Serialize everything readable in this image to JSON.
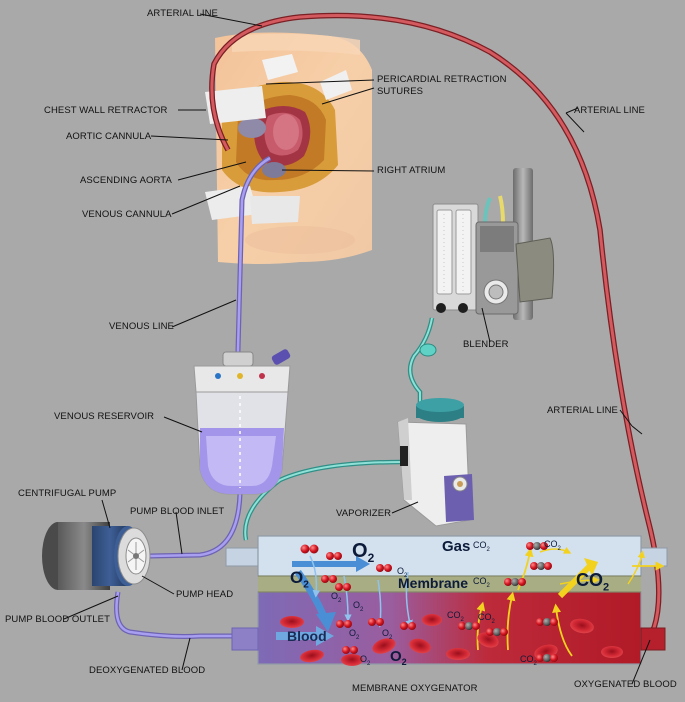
{
  "labels": {
    "arterial_line_top": "ARTERIAL LINE",
    "pericardial_sutures_1": "PERICARDIAL RETRACTION",
    "pericardial_sutures_2": "SUTURES",
    "chest_wall_retractor": "CHEST WALL RETRACTOR",
    "arterial_line_right": "ARTERIAL LINE",
    "aortic_cannula": "AORTIC CANNULA",
    "right_atrium": "RIGHT ATRIUM",
    "ascending_aorta": "ASCENDING AORTA",
    "venous_cannula": "VENOUS CANNULA",
    "venous_line": "VENOUS LINE",
    "blender": "BLENDER",
    "venous_reservoir": "VENOUS RESERVOIR",
    "arterial_line_lower": "ARTERIAL LINE",
    "centrifugal_pump": "CENTRIFUGAL PUMP",
    "pump_blood_inlet": "PUMP BLOOD INLET",
    "vaporizer": "VAPORIZER",
    "pump_head": "PUMP HEAD",
    "pump_blood_outlet": "PUMP BLOOD OUTLET",
    "deoxygenated_blood": "DEOXYGENATED BLOOD",
    "membrane_oxygenator": "MEMBRANE OXYGENATOR",
    "oxygenated_blood": "OXYGENATED BLOOD"
  },
  "oxygenator": {
    "gas": "Gas",
    "membrane": "Membrane",
    "blood": "Blood",
    "o2_base": "O",
    "o2_sub": "2",
    "co2_base": "CO",
    "co2_sub": "2"
  },
  "colors": {
    "background": "#a9a9a9",
    "arterial_tube": "#c4434a",
    "venous_tube": "#9b92dc",
    "gas_tube": "#6cc3bb",
    "oxygen_arrow": "#4a8fd6",
    "co2_arrow": "#f2d21f"
  }
}
